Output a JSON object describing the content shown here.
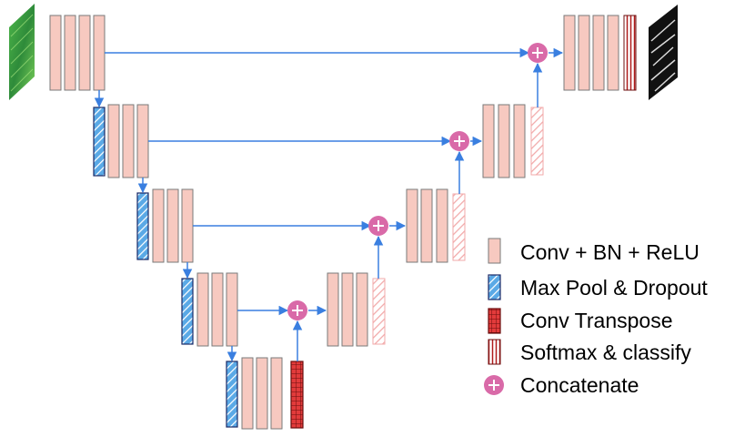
{
  "legend": {
    "conv": "Conv + BN + ReLU",
    "pool": "Max Pool & Dropout",
    "transpose": "Conv Transpose",
    "softmax": "Softmax & classify",
    "concat": "Concatenate"
  },
  "colors": {
    "conv_fill": "#f7c9c0",
    "conv_stroke": "#7a7a7a",
    "pool_fill": "#5aa9e6",
    "pool_stroke": "#1a2a66",
    "transpose_fill": "#e23b3b",
    "transpose_stroke": "#6b0d0d",
    "softmax_fill": "#ffffff",
    "softmax_stripe": "#b01c1c",
    "concat_fill": "#d96aa8",
    "arrow": "#3a7fe0"
  }
}
